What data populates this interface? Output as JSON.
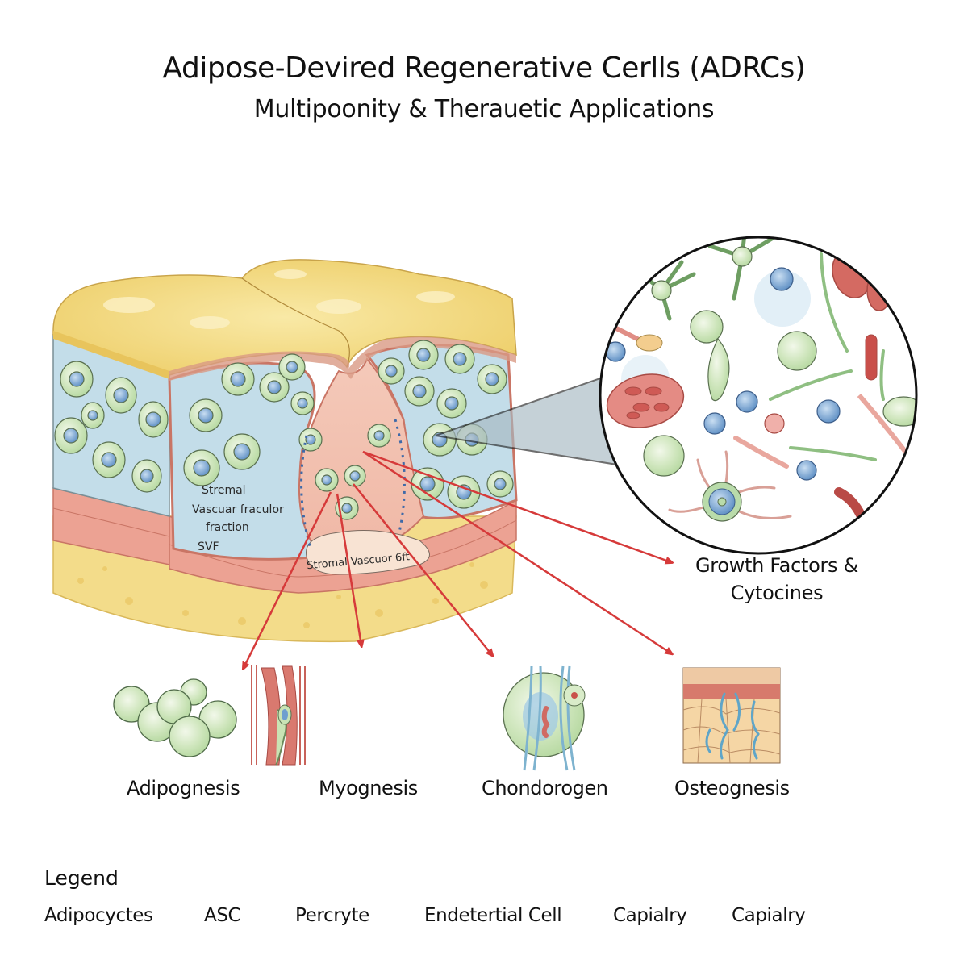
{
  "header": {
    "title": "Adipose-Devired Regenerative Cerlls (ADRCs)",
    "subtitle": "Multipoonity & Therauetic Applications"
  },
  "tissue_block": {
    "label_svf_lines": [
      "Stremal",
      "Vascuar fraculor",
      "fraction"
    ],
    "label_svf_abbrev": "SVF",
    "label_stromal_vascular": "Stromal Vascuor 6ft"
  },
  "magnified_view": {
    "icon": "magnified-cell-population"
  },
  "outputs": {
    "growth_factors_lines": [
      "Growth Factors &",
      "Cytocines"
    ],
    "lineages": [
      {
        "label": "Adipognesis",
        "icon": "adipocyte-cluster-icon"
      },
      {
        "label": "Myognesis",
        "icon": "muscle-fiber-icon"
      },
      {
        "label": "Chondorogen",
        "icon": "chondrocyte-icon"
      },
      {
        "label": "Osteognesis",
        "icon": "bone-tissue-icon"
      }
    ]
  },
  "legend": {
    "title": "Legend",
    "items": [
      "Adipocyctes",
      "ASC",
      "Percryte",
      "Endetertial Cell",
      "Capialry",
      "Capialry"
    ]
  },
  "colors": {
    "arrow": "#d63a3a",
    "fat_yellow": "#f3d77a",
    "interstitial_blue": "#bcdbe8",
    "cell_green": "#cfe6bd",
    "nucleus_blue": "#6f9fcf",
    "stroma_pink": "#eeaa9c"
  }
}
